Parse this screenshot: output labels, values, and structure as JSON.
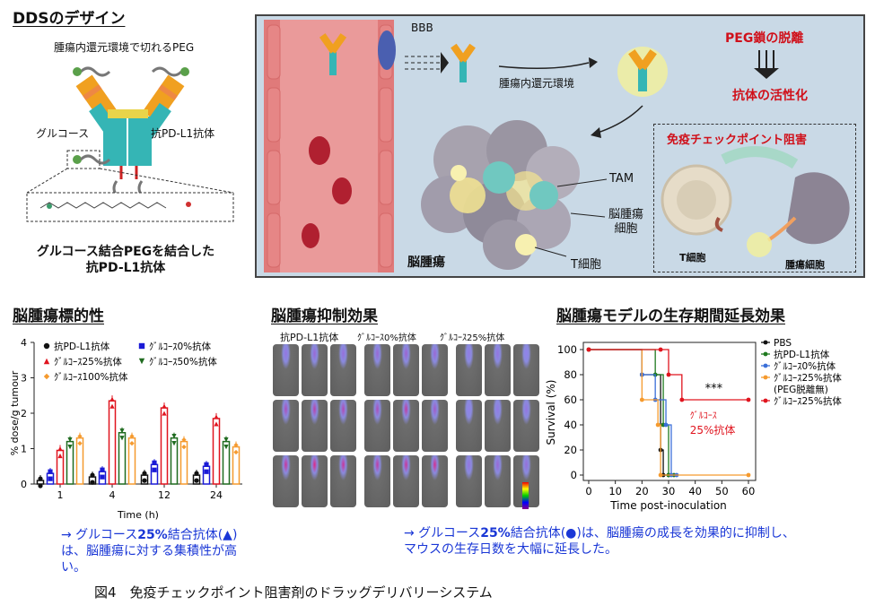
{
  "dds": {
    "title": "DDSのデザイン",
    "peg_label": "腫瘍内還元環境で切れるPEG",
    "glucose_label": "グルコース",
    "antibody_label": "抗PD-L1抗体",
    "caption_line1": "グルコース結合PEGを結合した",
    "caption_line2": "抗PD-L1抗体"
  },
  "mechanism": {
    "bbb": "BBB",
    "reducing_env": "腫瘍内還元環境",
    "peg_detach": "PEG鎖の脱離",
    "activation": "抗体の活性化",
    "tam": "TAM",
    "tumor_cell": "脳腫瘍\n細胞",
    "tcell": "T細胞",
    "brain_tumor": "脳腫瘍",
    "checkpoint": {
      "title": "免疫チェックポイント阻害",
      "tcell": "T細胞",
      "tumor": "腫瘍細胞"
    }
  },
  "targeting": {
    "title": "脳腫瘍標的性",
    "chart_data": {
      "type": "bar",
      "categories": [
        "1",
        "4",
        "12",
        "24"
      ],
      "xlabel": "Time (h)",
      "ylabel": "% dose/g tumour",
      "ylim": [
        0,
        4
      ],
      "yticks": [
        0,
        1,
        2,
        3,
        4
      ],
      "series": [
        {
          "name": "抗PD-L1抗体",
          "color": "#111111",
          "marker": "circle",
          "values": [
            0.1,
            0.2,
            0.25,
            0.25
          ]
        },
        {
          "name": "ｸﾞﾙｺｰｽ0%抗体",
          "color": "#1a1ad6",
          "marker": "square",
          "values": [
            0.3,
            0.35,
            0.55,
            0.5
          ]
        },
        {
          "name": "ｸﾞﾙｺｰｽ25%抗体",
          "color": "#e0141e",
          "marker": "triangle-up",
          "values": [
            0.95,
            2.35,
            2.15,
            1.85
          ]
        },
        {
          "name": "ｸﾞﾙｺｰｽ50%抗体",
          "color": "#1f6b1f",
          "marker": "triangle-down",
          "values": [
            1.2,
            1.45,
            1.3,
            1.2
          ]
        },
        {
          "name": "ｸﾞﾙｺｰｽ100%抗体",
          "color": "#f59a2e",
          "marker": "diamond",
          "values": [
            1.3,
            1.3,
            1.2,
            1.05
          ]
        }
      ]
    },
    "note_prefix": "→ グルコース",
    "note_bold": "25%",
    "note_rest": "結合抗体(▲)",
    "note_line2": "は、脳腫瘍に対する集積性が高",
    "note_line3": "い。"
  },
  "suppression": {
    "title": "脳腫瘍抑制効果",
    "groups": [
      "抗PD-L1抗体",
      "ｸﾞﾙｺｰｽ0%抗体",
      "ｸﾞﾙｺｰｽ25%抗体"
    ]
  },
  "survival": {
    "title": "脳腫瘍モデルの生存期間延長効果",
    "chart_data": {
      "type": "line",
      "xlabel": "Time post-inoculation",
      "ylabel": "Survival (%)",
      "xlim": [
        0,
        60
      ],
      "ylim": [
        0,
        100
      ],
      "xticks": [
        0,
        10,
        20,
        30,
        40,
        50,
        60
      ],
      "yticks": [
        0,
        20,
        40,
        60,
        80,
        100
      ],
      "series": [
        {
          "name": "PBS",
          "color": "#111111",
          "points": [
            [
              0,
              100
            ],
            [
              20,
              100
            ],
            [
              20,
              80
            ],
            [
              27,
              80
            ],
            [
              27,
              20
            ],
            [
              28,
              20
            ],
            [
              28,
              0
            ],
            [
              30,
              0
            ]
          ]
        },
        {
          "name": "抗PD-L1抗体",
          "color": "#1f7a1f",
          "points": [
            [
              0,
              100
            ],
            [
              25,
              100
            ],
            [
              25,
              80
            ],
            [
              28,
              80
            ],
            [
              28,
              40
            ],
            [
              30,
              40
            ],
            [
              30,
              0
            ],
            [
              32,
              0
            ]
          ]
        },
        {
          "name": "ｸﾞﾙｺｰｽ0%抗体",
          "color": "#3a6fd8",
          "points": [
            [
              0,
              100
            ],
            [
              20,
              100
            ],
            [
              20,
              80
            ],
            [
              25,
              80
            ],
            [
              25,
              60
            ],
            [
              29,
              60
            ],
            [
              29,
              40
            ],
            [
              31,
              40
            ],
            [
              31,
              0
            ],
            [
              33,
              0
            ]
          ]
        },
        {
          "name": "ｸﾞﾙｺｰｽ25%抗体\n(PEG脱離無)",
          "color": "#f59a2e",
          "points": [
            [
              0,
              100
            ],
            [
              20,
              100
            ],
            [
              20,
              60
            ],
            [
              26,
              60
            ],
            [
              26,
              40
            ],
            [
              27,
              40
            ],
            [
              27,
              0
            ],
            [
              60,
              0
            ]
          ]
        },
        {
          "name": "ｸﾞﾙｺｰｽ25%抗体",
          "color": "#e0141e",
          "points": [
            [
              0,
              100
            ],
            [
              27,
              100
            ],
            [
              27,
              100
            ],
            [
              30,
              100
            ],
            [
              30,
              80
            ],
            [
              35,
              80
            ],
            [
              35,
              60
            ],
            [
              60,
              60
            ]
          ]
        }
      ],
      "annotation": "***",
      "inline_label_1": "ｸﾞﾙｺｰｽ",
      "inline_label_2": "25%抗体"
    },
    "note_prefix": "→ グルコース",
    "note_bold": "25%",
    "note_rest": "結合抗体(●)は、脳腫瘍の成長を効果的に抑制し、",
    "note_line2": "マウスの生存日数を大幅に延長した。"
  },
  "figure_caption": "図4　免疫チェックポイント阻害剤のドラッグデリバリーシステム"
}
